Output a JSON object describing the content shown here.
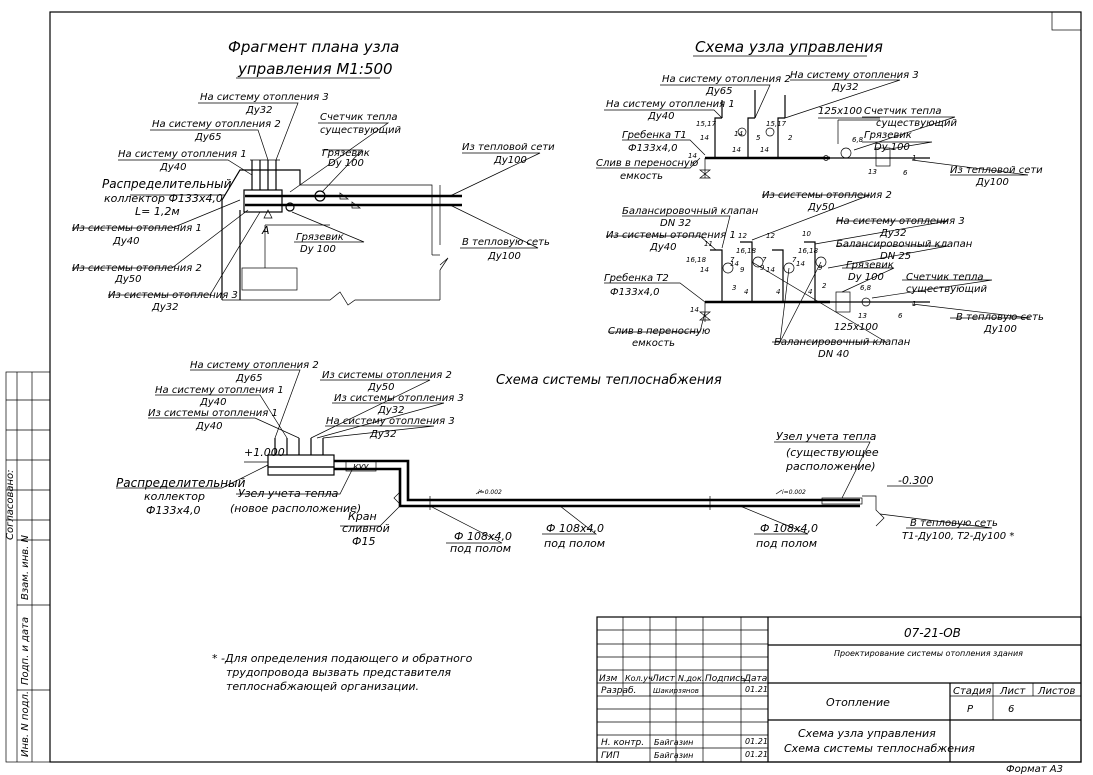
{
  "plan": {
    "title_line1": "Фрагмент плана узла",
    "title_line2": "управления М1:500",
    "sys3_to": "На систему отопления 3",
    "sys3_to_dn": "Ду32",
    "sys2_to": "На систему отопления 2",
    "sys2_to_dn": "Ду65",
    "sys1_to": "На систему отопления 1",
    "sys1_to_dn": "Ду40",
    "collector_1": "Распределительный",
    "collector_2": "коллектор Ф133х4,0",
    "collector_3": "L= 1,2м",
    "sys1_from": "Из системы отопления 1",
    "sys1_from_dn": "Ду40",
    "sys2_from": "Из системы отопления 2",
    "sys2_from_dn": "Ду50",
    "sys3_from": "Из системы отопления 3",
    "sys3_from_dn": "Ду32",
    "meter_1": "Счетчик тепла",
    "meter_2": "существующий",
    "mud_1": "Грязевик",
    "mud_1_dn": "Dy 100",
    "mud_2": "Грязевик",
    "mud_2_dn": "Dy 100",
    "from_net": "Из тепловой сети",
    "from_net_dn": "Ду100",
    "to_net": "В тепловую сеть",
    "to_net_dn": "Ду100",
    "mark_a": "А"
  },
  "node": {
    "title": "Схема узла управления",
    "sys2_to": "На систему отопления 2",
    "sys2_to_dn": "Ду65",
    "sys3_to": "На систему отопления 3",
    "sys3_to_dn": "Ду32",
    "sys1_to": "На систему отопления 1",
    "sys1_to_dn": "Ду40",
    "comb_t1": "Гребенка Т1",
    "comb_t1_size": "Ф133х4,0",
    "drain_1a": "Слив в переносную",
    "drain_1b": "емкость",
    "size_125": "125х100",
    "meter_1": "Счетчик тепла",
    "meter_2": "существующий",
    "mud": "Грязевик",
    "mud_dn": "Dy 100",
    "from_net": "Из тепловой сети",
    "from_net_dn": "Ду100",
    "from_sys2": "Из системы отопления 2",
    "from_sys2_dn": "Ду50",
    "bal_valve": "Балансировочный клапан",
    "bal_dn32": "DN 32",
    "from_sys1": "Из системы отопления 1",
    "from_sys1_dn": "Ду40",
    "to_sys3": "На систему отопления 3",
    "to_sys3_dn": "Ду32",
    "bal_valve2": "Балансировочный клапан",
    "bal_dn25": "DN 25",
    "mud2": "Грязевик",
    "mud2_dn": "Dy 100",
    "meter2_1": "Счетчик тепла",
    "meter2_2": "существующий",
    "comb_t2": "Гребенка Т2",
    "comb_t2_size": "Ф133х4,0",
    "to_net": "В тепловую сеть",
    "to_net_dn": "Ду100",
    "drain_2a": "Слив в переносную",
    "drain_2b": "емкость",
    "size_125b": "125х100",
    "bal_valve3": "Балансировочный клапан",
    "bal_dn40": "DN 40",
    "nums": [
      "15,17",
      "15,17",
      "14",
      "14",
      "5",
      "14",
      "2",
      "14",
      "14",
      "6,8",
      "13",
      "6",
      "6,8",
      "13",
      "6",
      "16,18",
      "16,18",
      "16,18",
      "12",
      "12",
      "11",
      "10",
      "14",
      "14",
      "14",
      "14",
      "9",
      "9",
      "9",
      "3",
      "4",
      "4",
      "4",
      "7",
      "7",
      "7",
      "2",
      "14",
      "1",
      "1"
    ]
  },
  "supply": {
    "title": "Схема системы теплоснабжения",
    "sys2_to": "На систему отопления 2",
    "sys2_to_dn": "Ду65",
    "sys1_to": "На систему отопления 1",
    "sys1_to_dn": "Ду40",
    "sys1_from": "Из системы отопления 1",
    "sys1_from_dn": "Ду40",
    "sys2_from": "Из системы отопления 2",
    "sys2_from_dn": "Ду50",
    "sys3_from": "Из системы отопления 3",
    "sys3_from_dn": "Ду32",
    "sys3_to": "На систему отопления 3",
    "sys3_to_dn": "Ду32",
    "level": "+1.000",
    "collector_1": "Распределительный",
    "collector_2": "коллектор",
    "collector_3": "Ф133х4,0",
    "kuu": "КУУ",
    "meter_new_1": "Узел учета тепла",
    "meter_new_2": "(новое расположение)",
    "drain_1": "Кран",
    "drain_2": "сливной",
    "drain_3": "Ф15",
    "pipe1": "Ф 108х4,0",
    "pipe1_sub": "под полом",
    "pipe2": "Ф 108х4,0",
    "pipe2_sub": "под полом",
    "pipe3": "Ф 108х4,0",
    "pipe3_sub": "под полом",
    "slope1": "i=0.002",
    "slope2": "i=0.002",
    "meter_old_1": "Узел учета тепла",
    "meter_old_2": "(существующее",
    "meter_old_3": "расположение)",
    "level2": "-0.300",
    "to_net_1": "В тепловую сеть",
    "to_net_2": "Т1-Ду100, Т2-Ду100 *"
  },
  "note": {
    "line1": "* -Для определения подающего и обратного",
    "line2": "трудопровода вызвать представителя",
    "line3": "теплоснабжающей организации."
  },
  "stamp": {
    "code": "07-21-ОВ",
    "project": "Проектирование системы отопления здания",
    "h_izm": "Изм",
    "h_kol": "Кол.уч",
    "h_list": "Лист",
    "h_ndok": "N.док.",
    "h_podp": "Подпись",
    "h_data": "Дата",
    "razrab": "Разраб.",
    "razrab_name": "Шакирзянов",
    "razrab_date": "01.21",
    "nkontr": "Н. контр.",
    "nkontr_name": "Байгазин",
    "nkontr_date": "01.21",
    "gip": "ГИП",
    "gip_name": "Байгазин",
    "gip_date": "01.21",
    "section": "Отопление",
    "stage_h": "Стадия",
    "sheet_h": "Лист",
    "sheets_h": "Листов",
    "stage": "Р",
    "sheet": "6",
    "sheets": "",
    "title1": "Схема узла управления",
    "title2": "Схема системы теплоснабжения",
    "format": "Формат А3"
  },
  "side": {
    "agreed": "Согласовано:",
    "vzam": "Взам. инв. N",
    "podp": "Подп. и дата",
    "inv": "Инв. N подл."
  }
}
